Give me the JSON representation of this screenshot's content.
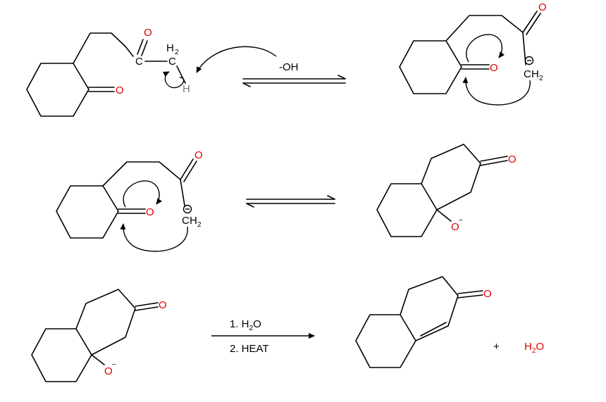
{
  "atoms": {
    "oxygen": "O",
    "carbon": "C",
    "hydrogen": "H",
    "h2": "H",
    "sub2": "2",
    "minus": "−"
  },
  "reagents": {
    "base": "-OH",
    "step1_prefix": "1. H",
    "step1_sub": "2",
    "step1_suffix": "O",
    "step2": "2. HEAT",
    "plus": "+",
    "water_prefix": "H",
    "water_sub": "2",
    "water_suffix": "O"
  },
  "colors": {
    "oxygen": "#e00000",
    "bond": "#000000",
    "hydrogen": "#777777"
  }
}
